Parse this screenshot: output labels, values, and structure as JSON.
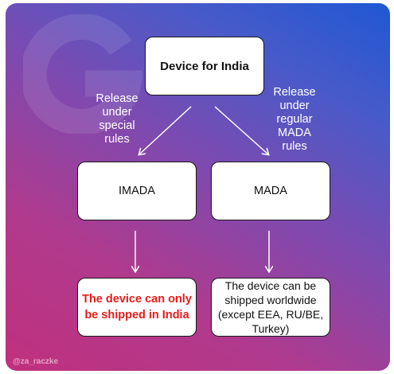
{
  "colors": {
    "gradient_pink": "#c0307e",
    "gradient_blue": "#1f58d4",
    "highlight_red": "#e81c1c"
  },
  "diagram": {
    "top_node": "Device for India",
    "left_edge_label": [
      "Release",
      "under",
      "special",
      "rules"
    ],
    "right_edge_label": [
      "Release",
      "under",
      "regular",
      "MADA",
      "rules"
    ],
    "imada_node": "IMADA",
    "mada_node": "MADA",
    "india_result": "The device can only be shipped in India",
    "world_result": "The device can be shipped worldwide (except EEA, RU/BE, Turkey)"
  },
  "credit": "@za_raczke",
  "watermark_icon": "google-g-icon"
}
